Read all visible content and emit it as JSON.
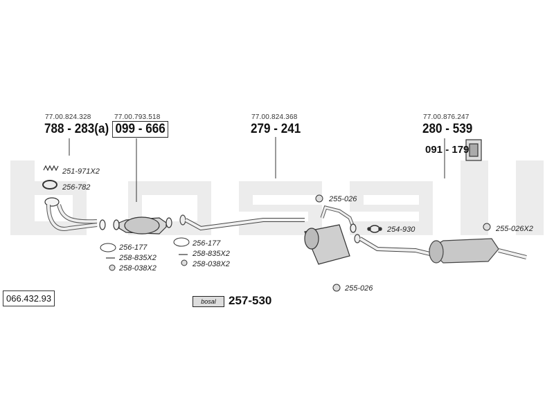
{
  "watermark": "bosal",
  "document_number": "066.432.93",
  "oem_refs": [
    "77.00.824.328",
    "77.00.793.518",
    "77.00.824.368",
    "77.00.876.247"
  ],
  "part_numbers": {
    "front_pipe": "788 - 283(a)",
    "catalyst": "099 - 666",
    "middle_silencer": "279 - 241",
    "rear_silencer": "280 - 539",
    "mounting_kit": "091 - 179",
    "kit": "257-530"
  },
  "accessories": {
    "spring": "251-971X2",
    "ring": "256-782",
    "gasket_1": "256-177",
    "bolt_1": "258-835X2",
    "nut_1": "258-038X2",
    "gasket_2": "256-177",
    "bolt_2": "258-835X2",
    "nut_2": "258-038X2",
    "rubber_1": "255-026",
    "rubber_2": "255-026",
    "clamp": "254-930",
    "rubber_3": "255-026X2"
  },
  "kit_box_label": "bosal"
}
